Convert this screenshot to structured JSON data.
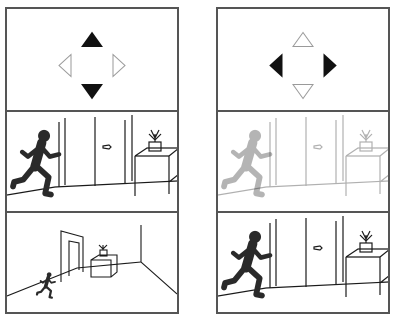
{
  "panels": [
    {
      "id": "left",
      "direction_pad": {
        "up": "filled",
        "down": "filled",
        "left": "outline",
        "right": "outline"
      },
      "rows": [
        {
          "scene": "direction-pad"
        },
        {
          "scene": "close-room",
          "runner_opacity": 1.0
        },
        {
          "scene": "wide-room",
          "runner_opacity": 1.0
        }
      ]
    },
    {
      "id": "right",
      "direction_pad": {
        "up": "outline",
        "down": "outline",
        "left": "filled",
        "right": "filled"
      },
      "rows": [
        {
          "scene": "direction-pad"
        },
        {
          "scene": "close-room",
          "runner_opacity": 0.35
        },
        {
          "scene": "close-room",
          "runner_opacity": 1.0
        }
      ]
    }
  ],
  "colors": {
    "line": "#1a1a1a",
    "panel_border": "#555555",
    "faded_line": "#b0b0b0",
    "runner": "#2a2a2a"
  },
  "icons": [
    "arrow-up-icon",
    "arrow-down-icon",
    "arrow-left-icon",
    "arrow-right-icon",
    "running-person-icon",
    "door-icon",
    "plant-icon",
    "side-table-icon"
  ]
}
